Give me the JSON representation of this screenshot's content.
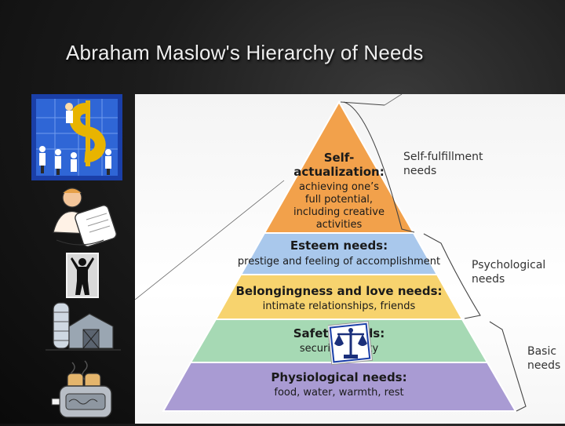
{
  "slide": {
    "title": "Abraham Maslow's Hierarchy of Needs"
  },
  "pyramid": {
    "levels": [
      {
        "heading_lines": [
          "Self-",
          "actualization:"
        ],
        "desc_lines": [
          "achieving one’s",
          "full potential,",
          "including creative",
          "activities"
        ],
        "color": "#f2a14b"
      },
      {
        "heading_lines": [
          "Esteem needs:"
        ],
        "desc_lines": [
          "prestige and feeling of accomplishment"
        ],
        "color": "#a9c8ec"
      },
      {
        "heading_lines": [
          "Belongingness and love needs:"
        ],
        "desc_lines": [
          "intimate relationships, friends"
        ],
        "color": "#f7d36e"
      },
      {
        "heading_lines": [
          "Safety needs:"
        ],
        "desc_lines": [
          "security, safety"
        ],
        "color": "#a6d9b4"
      },
      {
        "heading_lines": [
          "Physiological needs:"
        ],
        "desc_lines": [
          "food, water, warmth, rest"
        ],
        "color": "#a99bd3"
      }
    ],
    "groups": [
      {
        "label_lines": [
          "Self-fulfillment",
          "needs"
        ]
      },
      {
        "label_lines": [
          "Psychological",
          "needs"
        ]
      },
      {
        "label_lines": [
          "Basic",
          "needs"
        ]
      }
    ]
  },
  "clipart": {
    "icons": [
      "business-growth-icon",
      "reader-icon",
      "person-silhouette-icon",
      "farm-icon",
      "toaster-icon",
      "scales-icon"
    ]
  }
}
